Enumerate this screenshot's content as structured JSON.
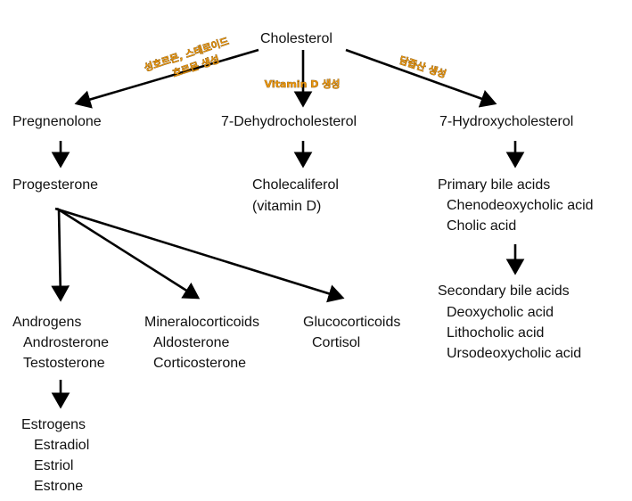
{
  "nodes": {
    "cholesterol": "Cholesterol",
    "pregnenolone": "Pregnenolone",
    "dehydro": "7-Dehydrocholesterol",
    "hydroxy": "7-Hydroxycholesterol",
    "progesterone": "Progesterone",
    "cholecalciferol": [
      "Cholecaliferol",
      "(vitamin D)"
    ],
    "primary_bile": [
      "Primary bile acids",
      "Chenodeoxycholic acid",
      "Cholic acid"
    ],
    "secondary_bile": [
      "Secondary bile acids",
      "Deoxycholic acid",
      "Lithocholic acid",
      "Ursodeoxycholic acid"
    ],
    "androgens": [
      "Androgens",
      "Androsterone",
      "Testosterone"
    ],
    "mineralocorticoids": [
      "Mineralocorticoids",
      "Aldosterone",
      "Corticosterone"
    ],
    "glucocorticoids": [
      "Glucocorticoids",
      "Cortisol"
    ],
    "estrogens": [
      "Estrogens",
      "Estradiol",
      "Estriol",
      "Estrone"
    ]
  },
  "annotations": {
    "sex_hormone": [
      "성호르몬, 스테로이드",
      "호르몬 생성"
    ],
    "vitamin_d": "Vitamin D 생성",
    "bile_acid": "담즙산 생성"
  },
  "colors": {
    "annotation": "#e8930c",
    "arrow": "#000000"
  }
}
